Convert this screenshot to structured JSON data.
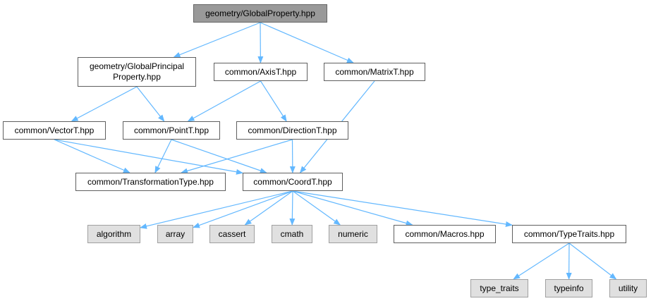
{
  "colors": {
    "edge": "#63b8ff",
    "root_fill": "#999999",
    "external_fill": "#e0e0e0",
    "node_border": "#5f5f5f"
  },
  "nodes": [
    {
      "id": "global_property",
      "label": "geometry/GlobalProperty.hpp",
      "kind": "root"
    },
    {
      "id": "global_principal",
      "label": "geometry/GlobalPrincipal\nProperty.hpp",
      "kind": "header"
    },
    {
      "id": "axis_t",
      "label": "common/AxisT.hpp",
      "kind": "header"
    },
    {
      "id": "matrix_t",
      "label": "common/MatrixT.hpp",
      "kind": "header"
    },
    {
      "id": "vector_t",
      "label": "common/VectorT.hpp",
      "kind": "header"
    },
    {
      "id": "point_t",
      "label": "common/PointT.hpp",
      "kind": "header"
    },
    {
      "id": "direction_t",
      "label": "common/DirectionT.hpp",
      "kind": "header"
    },
    {
      "id": "transformation_type",
      "label": "common/TransformationType.hpp",
      "kind": "header"
    },
    {
      "id": "coord_t",
      "label": "common/CoordT.hpp",
      "kind": "header"
    },
    {
      "id": "algorithm",
      "label": "algorithm",
      "kind": "external"
    },
    {
      "id": "array",
      "label": "array",
      "kind": "external"
    },
    {
      "id": "cassert",
      "label": "cassert",
      "kind": "external"
    },
    {
      "id": "cmath",
      "label": "cmath",
      "kind": "external"
    },
    {
      "id": "numeric",
      "label": "numeric",
      "kind": "external"
    },
    {
      "id": "macros",
      "label": "common/Macros.hpp",
      "kind": "header"
    },
    {
      "id": "type_traits_hpp",
      "label": "common/TypeTraits.hpp",
      "kind": "header"
    },
    {
      "id": "type_traits",
      "label": "type_traits",
      "kind": "external"
    },
    {
      "id": "typeinfo",
      "label": "typeinfo",
      "kind": "external"
    },
    {
      "id": "utility",
      "label": "utility",
      "kind": "external"
    }
  ],
  "edges": [
    {
      "from": "global_property",
      "to": "global_principal"
    },
    {
      "from": "global_property",
      "to": "axis_t"
    },
    {
      "from": "global_property",
      "to": "matrix_t"
    },
    {
      "from": "global_principal",
      "to": "vector_t"
    },
    {
      "from": "global_principal",
      "to": "point_t"
    },
    {
      "from": "axis_t",
      "to": "point_t"
    },
    {
      "from": "axis_t",
      "to": "direction_t"
    },
    {
      "from": "matrix_t",
      "to": "coord_t"
    },
    {
      "from": "vector_t",
      "to": "transformation_type"
    },
    {
      "from": "vector_t",
      "to": "coord_t"
    },
    {
      "from": "point_t",
      "to": "transformation_type"
    },
    {
      "from": "point_t",
      "to": "coord_t"
    },
    {
      "from": "direction_t",
      "to": "transformation_type"
    },
    {
      "from": "direction_t",
      "to": "coord_t"
    },
    {
      "from": "coord_t",
      "to": "algorithm"
    },
    {
      "from": "coord_t",
      "to": "array"
    },
    {
      "from": "coord_t",
      "to": "cassert"
    },
    {
      "from": "coord_t",
      "to": "cmath"
    },
    {
      "from": "coord_t",
      "to": "numeric"
    },
    {
      "from": "coord_t",
      "to": "macros"
    },
    {
      "from": "coord_t",
      "to": "type_traits_hpp"
    },
    {
      "from": "type_traits_hpp",
      "to": "type_traits"
    },
    {
      "from": "type_traits_hpp",
      "to": "typeinfo"
    },
    {
      "from": "type_traits_hpp",
      "to": "utility"
    }
  ]
}
